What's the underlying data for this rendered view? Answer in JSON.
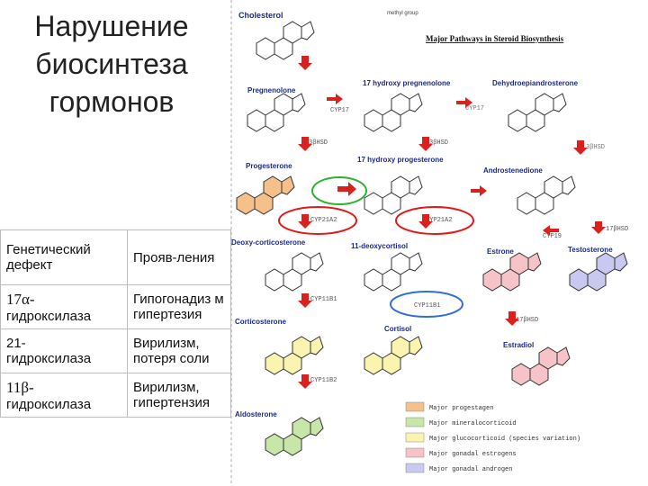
{
  "slide": {
    "title": "Нарушение биосинтеза гормонов"
  },
  "table": {
    "header": {
      "defect": "Генетический дефект",
      "manifestation": "Прояв-ления"
    },
    "rows": [
      {
        "greek": "17α-",
        "enzyme": "гидроксилаза",
        "manifestation": "Гипогонадиз м гипертезия"
      },
      {
        "greek": "21-",
        "enzyme": "гидроксилаза",
        "manifestation": "Вирилизм, потеря соли"
      },
      {
        "greek": "11β-",
        "enzyme": "гидроксилаза",
        "manifestation": "Вирилизм, гипертензия"
      }
    ]
  },
  "diagram": {
    "title": "Major Pathways in Steroid Biosynthesis",
    "methyl_label": "methyl group",
    "compounds": {
      "cholesterol": "Cholesterol",
      "pregnenolone": "Pregnenolone",
      "hydroxypregnenolone": "17 hydroxy pregnenolone",
      "dhea": "Dehydroepiandrosterone",
      "progesterone": "Progesterone",
      "hydroxyprogesterone": "17 hydroxy progesterone",
      "androstenedione": "Androstenedione",
      "deoxycorticosterone": "Deoxy-corticosterone",
      "deoxycortisol": "11-deoxycortisol",
      "estrone": "Estrone",
      "testosterone": "Testosterone",
      "corticosterone": "Corticosterone",
      "cortisol": "Cortisol",
      "estradiol": "Estradiol",
      "aldosterone": "Aldosterone"
    },
    "enzymes": {
      "cyp17_a": "CYP17",
      "cyp17_b": "CYP17",
      "hsd3_a": "3βHSD",
      "hsd3_b": "3βHSD",
      "hsd3_c": "3βHSD",
      "cyp21a2_a": "CYP21A2",
      "cyp21a2_b": "CYP21A2",
      "cyp11b1_a": "CYP11B1",
      "cyp11b1_b": "CYP11B1",
      "cyp11b2": "CYP11B2",
      "cyp19": "CYP19",
      "hsd17_a": "17βHSD",
      "hsd17_b": "17βHSD"
    },
    "legend": [
      {
        "label": "Major progestagen",
        "color": "#f6c08a"
      },
      {
        "label": "Major mineralocorticoid",
        "color": "#c8e6a8"
      },
      {
        "label": "Major glucocorticoid (species variation)",
        "color": "#fbf4b0"
      },
      {
        "label": "Major gonadal estrogens",
        "color": "#f6c4c8"
      },
      {
        "label": "Major gonadal androgen",
        "color": "#c9c8f0"
      }
    ],
    "colors": {
      "progestagen": "#f6c08a",
      "mineralocorticoid": "#c8e6a8",
      "glucocorticoid": "#fbf4b0",
      "estrogen": "#f6c4c8",
      "androgen": "#c9c8f0",
      "arrow": "#d9221e",
      "circle_red": "#e01b1b",
      "circle_green": "#2fb12f",
      "circle_blue": "#2f6fd6",
      "label_blue": "#1b2a8a"
    }
  }
}
